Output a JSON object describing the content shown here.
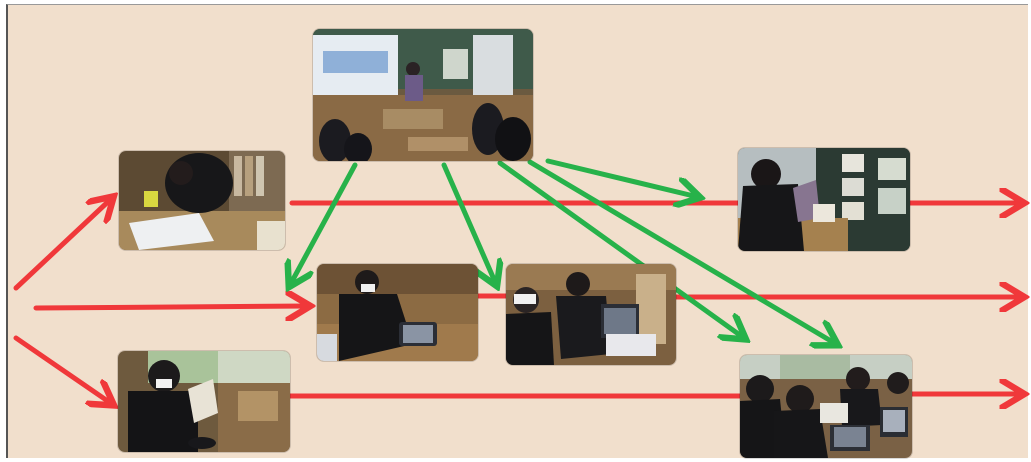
{
  "colors": {
    "background": "#f1dfcc",
    "flow_arrow": "#f0383a",
    "instruction_arrow": "#27b24a"
  },
  "photos": [
    {
      "id": "teacher-lecture",
      "scene": "classroom-lecture"
    },
    {
      "id": "student-writing",
      "scene": "desk-writing"
    },
    {
      "id": "student-tablet",
      "scene": "tablet-study"
    },
    {
      "id": "student-reading",
      "scene": "book-reading"
    },
    {
      "id": "pair-laptop",
      "scene": "laptop-pair"
    },
    {
      "id": "student-posting",
      "scene": "board-posting"
    },
    {
      "id": "group-discussion",
      "scene": "group-laptops"
    }
  ]
}
